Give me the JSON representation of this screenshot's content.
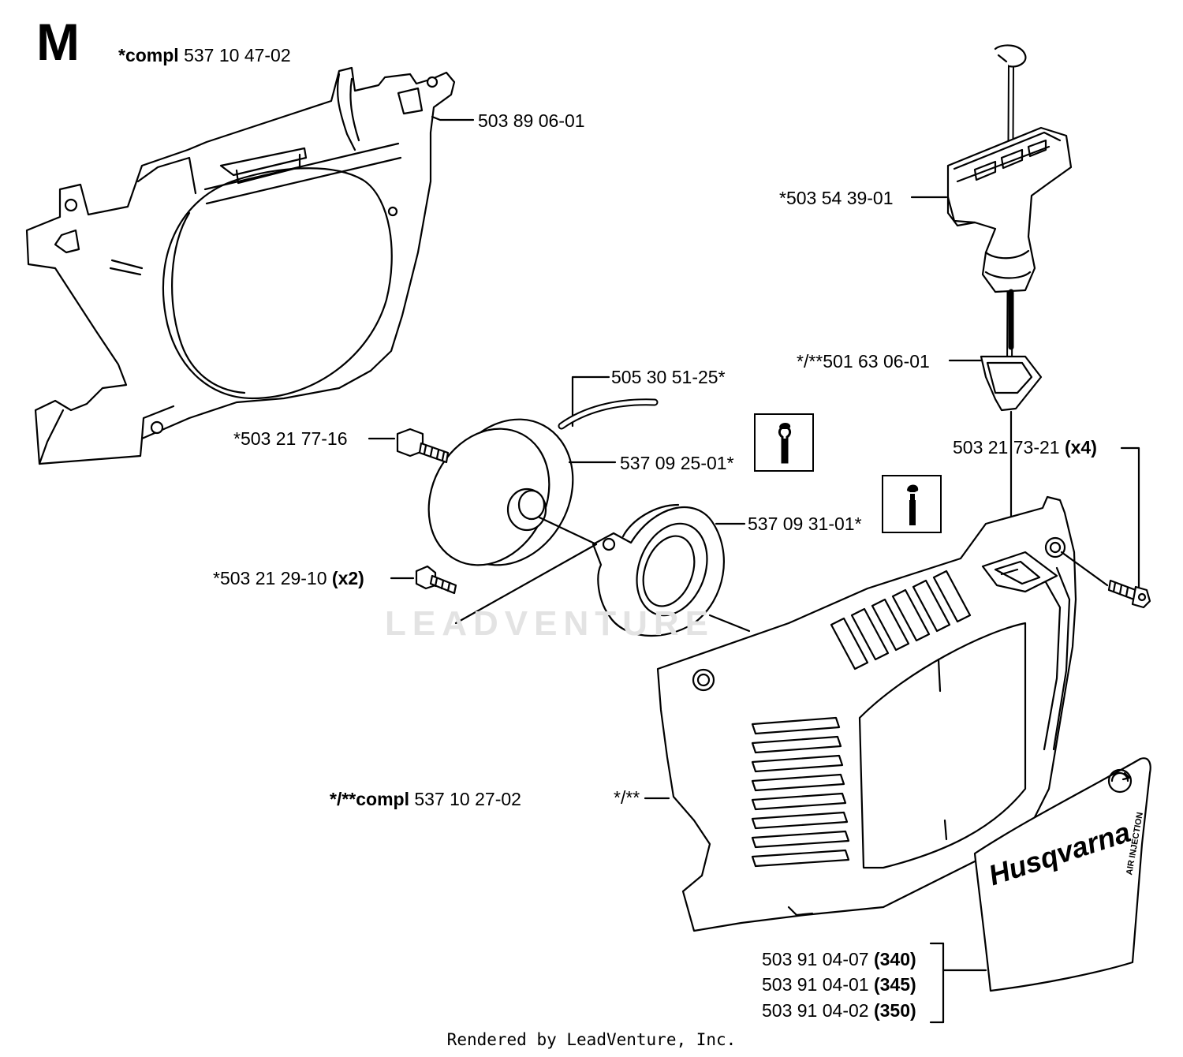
{
  "diagram": {
    "section_letter": "M",
    "labels": {
      "p1": {
        "prefix": "*compl",
        "number": "537 10 47-02"
      },
      "p2": {
        "number": "503 89 06-01"
      },
      "p3": {
        "number": "*503 54 39-01"
      },
      "p4": {
        "number": "*/**501 63 06-01"
      },
      "p5": {
        "number": "505 30 51-25*"
      },
      "p6": {
        "number": "*503 21 77-16"
      },
      "p7": {
        "number": "537 09 25-01*"
      },
      "p8": {
        "number": "503 21 73-21",
        "qty": "(x4)"
      },
      "p9": {
        "number": "537 09 31-01*"
      },
      "p10": {
        "number": "*503 21 29-10",
        "qty": "(x2)"
      },
      "p11": {
        "prefix": "*/**compl",
        "number": "537 10 27-02"
      },
      "p12": {
        "number": "*/**"
      },
      "p13": {
        "number": "503 91 04-07",
        "qty": "(340)"
      },
      "p14": {
        "number": "503 91 04-01",
        "qty": "(345)"
      },
      "p15": {
        "number": "503 91 04-02",
        "qty": "(350)"
      }
    },
    "decal": {
      "brand": "Husqvarna",
      "tag": "AIR INJECTION"
    },
    "watermark": "LEADVENTURE",
    "footer": "Rendered by LeadVenture, Inc."
  }
}
